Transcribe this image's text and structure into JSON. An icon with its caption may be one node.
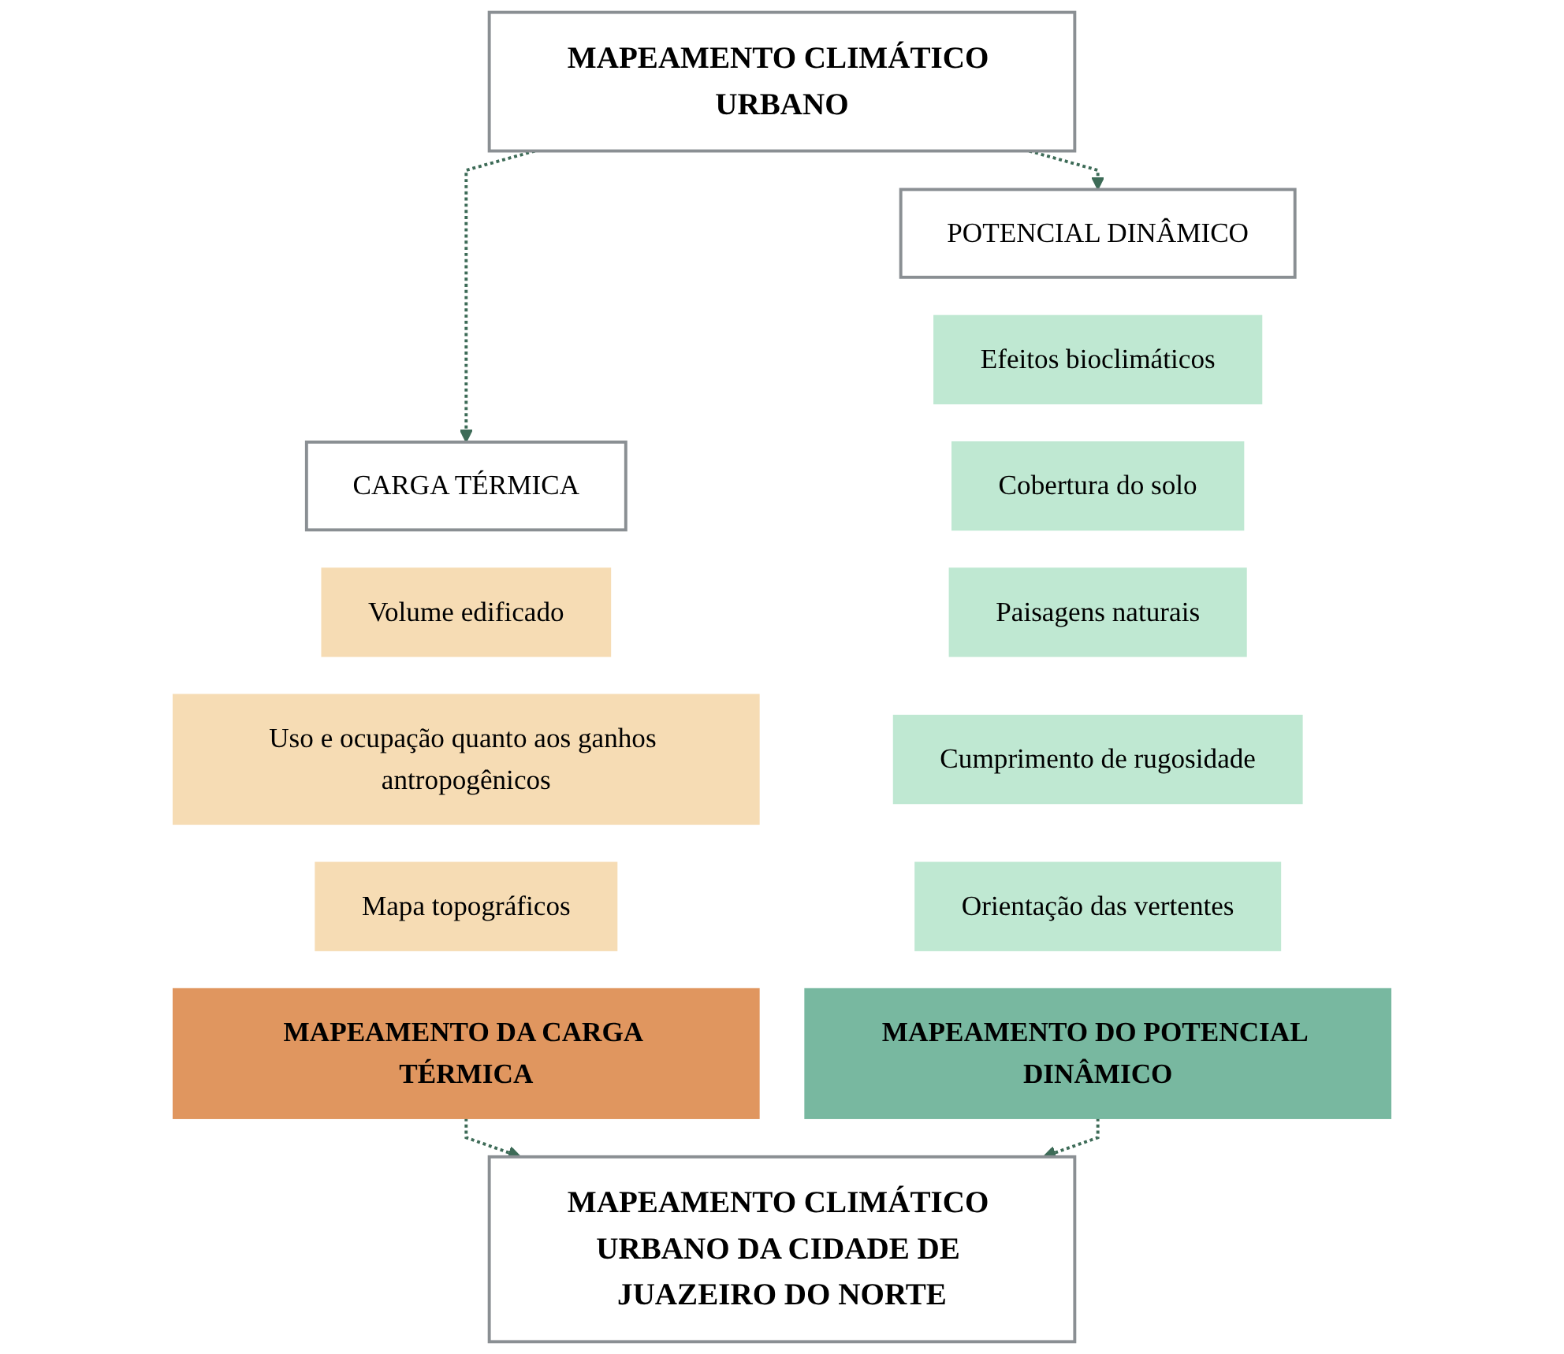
{
  "diagram": {
    "nodes": [
      {
        "text": [
          "MAPEAMENTO CLIMÁTICO URBANO"
        ]
      },
      {
        "text": [
          "CARGA TÉRMICA"
        ]
      },
      {
        "text": [
          "POTENCIAL DINÂMICO"
        ]
      },
      {
        "text": [
          "Volume edificado"
        ]
      },
      {
        "text": [
          "Uso e ocupação quanto aos ganhos antropogênicos"
        ]
      },
      {
        "text": [
          "Mapa topográficos"
        ]
      },
      {
        "text": [
          "Efeitos bioclimáticos"
        ]
      },
      {
        "text": [
          "Cobertura do solo"
        ]
      },
      {
        "text": [
          "Paisagens naturais"
        ]
      },
      {
        "text": [
          "Cumprimento de rugosidade"
        ]
      },
      {
        "text": [
          "Orientação das vertentes"
        ]
      },
      {
        "text": [
          "MAPEAMENTO DA CARGA TÉRMICA"
        ]
      },
      {
        "text": [
          "MAPEAMENTO DO POTENCIAL DINÂMICO"
        ]
      },
      {
        "text": [
          "MAPEAMENTO CLIMÁTICO URBANO DA CIDADE DE JUAZEIRO DO NORTE"
        ]
      }
    ],
    "edges": [
      {
        "from": 0,
        "to": 1,
        "arrow": "to",
        "style": "dashed"
      },
      {
        "from": 0,
        "to": 2,
        "arrow": "to",
        "style": "dashed"
      },
      {
        "from": 11,
        "to": 13,
        "arrow": "to",
        "style": "dashed"
      },
      {
        "from": 12,
        "to": 13,
        "arrow": "to",
        "style": "dashed"
      }
    ]
  }
}
